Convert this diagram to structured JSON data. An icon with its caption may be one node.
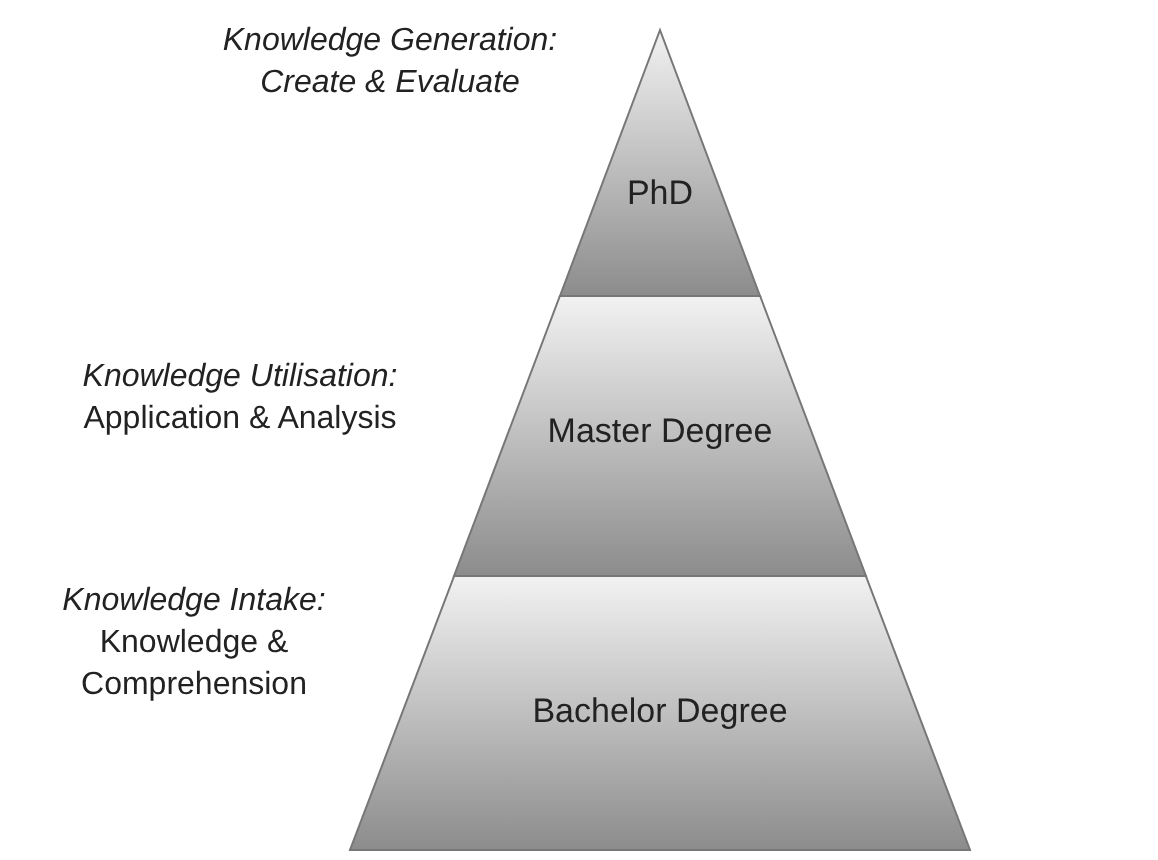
{
  "diagram": {
    "nodes": [
      {
        "text": [
          "PhD"
        ],
        "beside": [
          "Knowledge Generation:",
          "Create & Evaluate"
        ]
      },
      {
        "text": [
          "Master Degree"
        ],
        "beside": [
          "Knowledge Utilisation:",
          "Application & Analysis"
        ]
      },
      {
        "text": [
          "Bachelor Degree"
        ],
        "beside": [
          "Knowledge Intake:",
          "Knowledge & Comprehension"
        ]
      }
    ]
  }
}
